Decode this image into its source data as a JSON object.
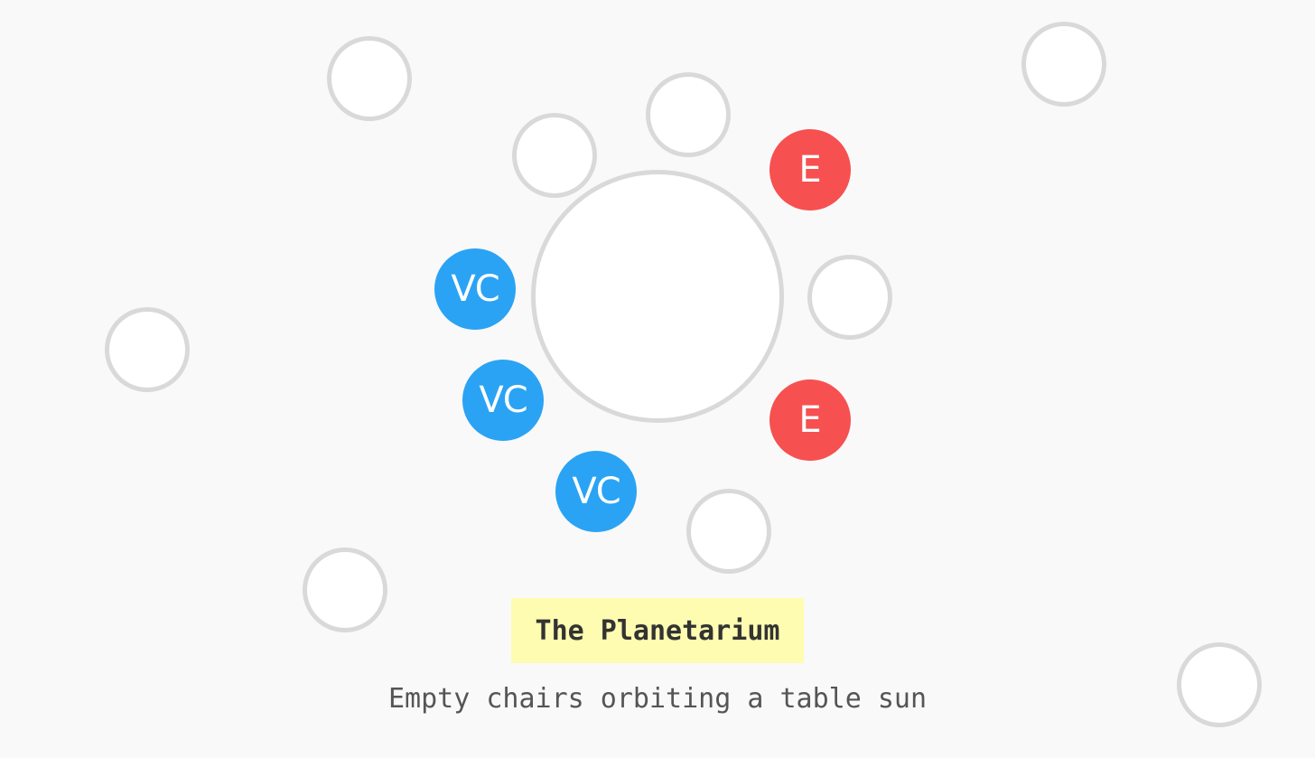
{
  "colors": {
    "background": "#f9f9f9",
    "empty_seat_fill": "#ffffff",
    "seat_border": "#d9d9d9",
    "vc": "#2aa3f4",
    "e": "#f75050",
    "title_highlight": "#fdfcb0"
  },
  "title": "The Planetarium",
  "caption": "Empty chairs orbiting a table sun",
  "seat_labels": {
    "vc": "VC",
    "e": "E"
  }
}
